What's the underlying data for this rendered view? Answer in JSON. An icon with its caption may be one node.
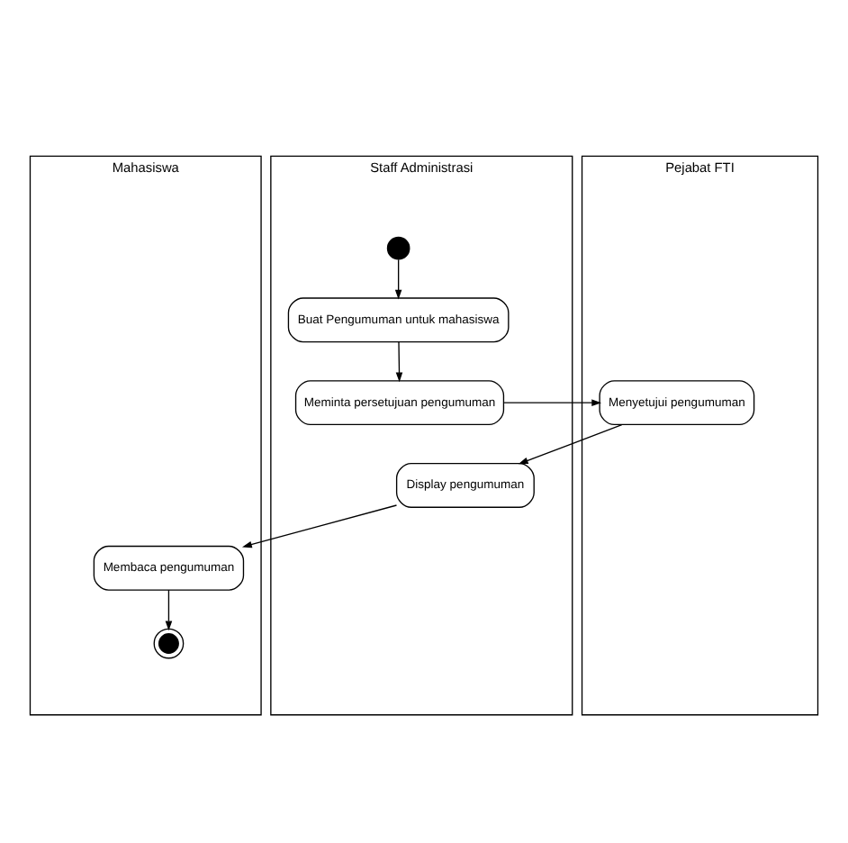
{
  "diagram": {
    "nodes": [
      {
        "text": [
          "Staff Administrasi"
        ]
      },
      {
        "text": [
          "Pejabat FTI"
        ]
      },
      {
        "text": [
          "Mahasiswa"
        ]
      },
      {
        "text": [],
        "shape": "circle",
        "in": 0
      },
      {
        "text": [
          "Buat Pengumuman untuk mahasiswa"
        ],
        "in": 0
      },
      {
        "text": [
          "Meminta persetujuan pengumuman"
        ],
        "in": 0
      },
      {
        "text": [
          "Menyetujui pengumuman"
        ],
        "in": 1
      },
      {
        "text": [
          "Display pengumuman"
        ],
        "in": 0
      },
      {
        "text": [
          "Membaca pengumuman"
        ],
        "in": 2
      },
      {
        "text": [],
        "shape": "circle",
        "in": 2
      }
    ],
    "edges": [
      {
        "from": 3,
        "to": 4,
        "arrow": "to"
      },
      {
        "from": 4,
        "to": 5,
        "arrow": "to"
      },
      {
        "from": 5,
        "to": 6,
        "arrow": "to"
      },
      {
        "from": 6,
        "to": 7,
        "arrow": "to"
      },
      {
        "from": 7,
        "to": 8,
        "arrow": "to"
      },
      {
        "from": 8,
        "to": 9,
        "arrow": "to"
      }
    ]
  }
}
